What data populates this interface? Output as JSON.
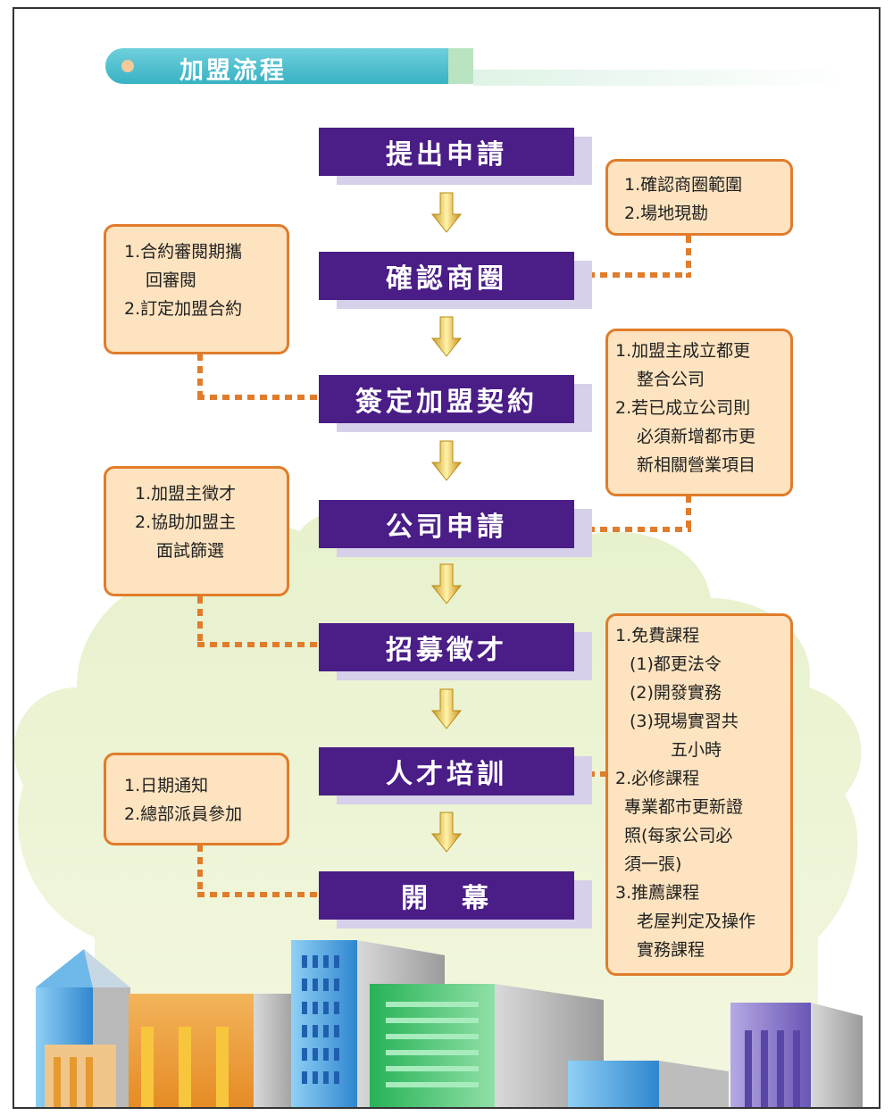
{
  "header": {
    "title": "加盟流程"
  },
  "steps": [
    "提出申請",
    "確認商圈",
    "簽定加盟契約",
    "公司申請",
    "招募徵才",
    "人才培訓",
    "開　幕"
  ],
  "notes": {
    "right1": [
      "1.確認商圈範圍",
      "2.場地現勘"
    ],
    "left1": [
      "1.合約審閱期攜",
      "回審閱",
      "2.訂定加盟合約"
    ],
    "right2": [
      "1.加盟主成立都更",
      "整合公司",
      "2.若已成立公司則",
      "必須新增都市更",
      "新相關營業項目"
    ],
    "left2": [
      "1.加盟主徵才",
      "2.協助加盟主",
      "面試篩選"
    ],
    "right3": [
      "1.免費課程",
      "(1)都更法令",
      "(2)開發實務",
      "(3)現場實習共",
      "五小時",
      "2.必修課程",
      "專業都市更新證",
      "照(每家公司必",
      "須一張)",
      "3.推薦課程",
      "老屋判定及操作",
      "實務課程"
    ],
    "left3": [
      "1.日期通知",
      "2.總部派員參加"
    ]
  },
  "colors": {
    "step": "#4a1d87",
    "note_fill": "#fde3bf",
    "note_border": "#e07c2b",
    "header": "#38b2c3",
    "tree": "#e4f0c8"
  }
}
